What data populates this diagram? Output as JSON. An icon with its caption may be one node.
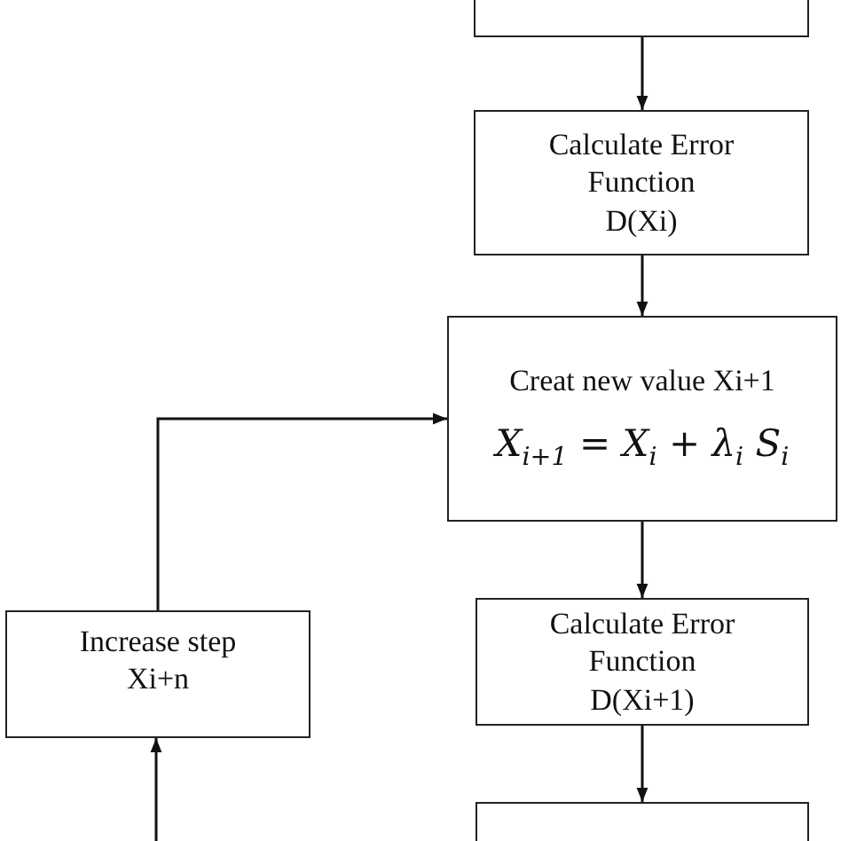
{
  "diagram": {
    "nodes": [
      {
        "text": [],
        "shape": "box"
      },
      {
        "text": [
          "Calculate Error Function",
          "D(Xi)"
        ]
      },
      {
        "text": [
          "Creat new value Xi+1",
          "*X*$_{i+1}$ = *X*$_{i}$ + *λ*$_{i}$ *S*$_{i}$"
        ]
      },
      {
        "text": [
          "Calculate Error Function",
          "D(Xi+1)"
        ]
      },
      {
        "text": [],
        "shape": "box"
      },
      {
        "text": [
          "Increase step Xi+n"
        ]
      }
    ],
    "edges": [
      {
        "from": 0,
        "to": 1,
        "arrow": "to"
      },
      {
        "from": 1,
        "to": 2,
        "arrow": "to"
      },
      {
        "from": 2,
        "to": 3,
        "arrow": "to"
      },
      {
        "from": 3,
        "to": 4,
        "arrow": "to"
      },
      {
        "from": null,
        "to": 5,
        "arrow": "to"
      },
      {
        "from": 5,
        "to": 2,
        "arrow": "to"
      }
    ]
  }
}
